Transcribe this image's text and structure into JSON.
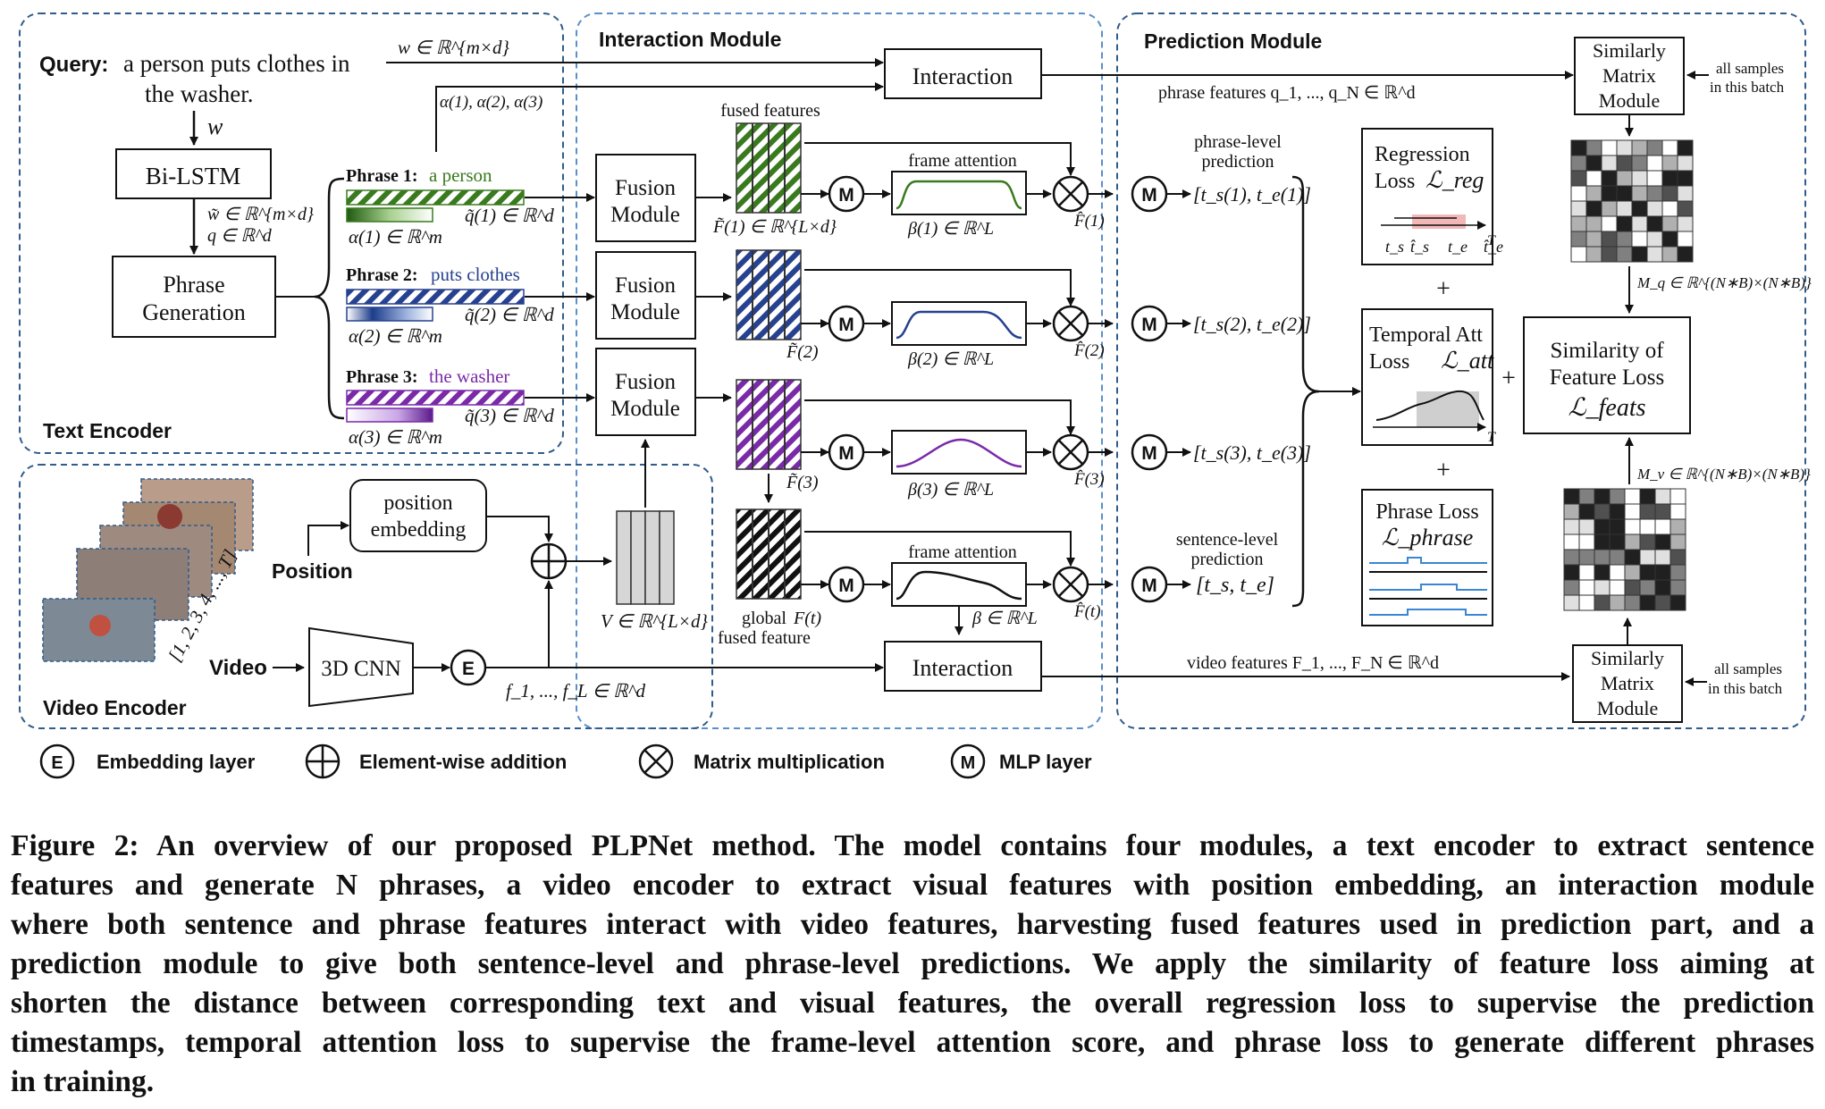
{
  "modules": {
    "interaction": "Interaction Module",
    "prediction": "Prediction Module",
    "text_encoder": "Text Encoder",
    "video_encoder": "Video Encoder"
  },
  "query": {
    "label": "Query:",
    "text_line1": "a person puts clothes in",
    "text_line2": "the washer.",
    "w": "w",
    "w_dim": "w ∈ ℝ^{m×d}"
  },
  "text_encoder": {
    "bilstm": "Bi-LSTM",
    "wtilde_dim": "w̃ ∈ ℝ^{m×d}",
    "q_dim": "q ∈ ℝ^d",
    "phrase_gen_line1": "Phrase",
    "phrase_gen_line2": "Generation",
    "alphas": "α(1), α(2), α(3)"
  },
  "phrases": [
    {
      "label": "Phrase 1:",
      "text": "a person",
      "color": "#3a7a1e",
      "qtilde": "q̃(1) ∈ ℝ^d",
      "alpha": "α(1) ∈ ℝ^m",
      "ftilde": "F̃(1) ∈ ℝ^{L×d}",
      "beta": "β(1) ∈ ℝ^L",
      "fhat": "F̂(1)",
      "pred": "[t_s(1), t_e(1)]"
    },
    {
      "label": "Phrase 2:",
      "text": "puts clothes",
      "color": "#26418f",
      "qtilde": "q̃(2) ∈ ℝ^d",
      "alpha": "α(2) ∈ ℝ^m",
      "ftilde": "F̃(2)",
      "beta": "β(2) ∈ ℝ^L",
      "fhat": "F̂(2)",
      "pred": "[t_s(2), t_e(2)]"
    },
    {
      "label": "Phrase 3:",
      "text": "the washer",
      "color": "#7a2aa8",
      "qtilde": "q̃(3) ∈ ℝ^d",
      "alpha": "α(3) ∈ ℝ^m",
      "ftilde": "F̃(3)",
      "beta": "β(3) ∈ ℝ^L",
      "fhat": "F̂(3)",
      "pred": "[t_s(3), t_e(3)]"
    }
  ],
  "interaction_module": {
    "interaction_label": "Interaction",
    "fused_features": "fused features",
    "fusion_line1": "Fusion",
    "fusion_line2": "Module",
    "frame_attention": "frame attention",
    "mlp": "M",
    "global_fused_line1": "global",
    "global_fused_line2": "fused feature",
    "ft": "F(t)",
    "beta_global": "β ∈ ℝ^L",
    "fhat_t": "F̂(t)",
    "v_dim": "V ∈ ℝ^{L×d}"
  },
  "video_encoder": {
    "position": "Position",
    "position_embedding_line1": "position",
    "position_embedding_line2": "embedding",
    "frame_indices": "[1, 2, 3, 4, ..., T]",
    "video": "Video",
    "cnn": "3D CNN",
    "embedding_symbol": "E",
    "f_dim": "f_1, ..., f_L ∈ ℝ^d"
  },
  "prediction_module": {
    "phrase_features": "phrase features  q_1, ..., q_N ∈ ℝ^d",
    "video_features": "video features  F_1, ..., F_N ∈ ℝ^d",
    "phrase_level_line1": "phrase-level",
    "phrase_level_line2": "prediction",
    "sentence_level_line1": "sentence-level",
    "sentence_level_line2": "prediction",
    "sentence_pred": "[t_s, t_e]",
    "sim_matrix_line1": "Similarly",
    "sim_matrix_line2": "Matrix",
    "sim_matrix_line3": "Module",
    "all_samples_line1": "all samples",
    "all_samples_line2": "in this batch",
    "mq_dim": "M_q ∈ ℝ^{(N∗B)×(N∗B)}",
    "mv_dim": "M_v ∈ ℝ^{(N∗B)×(N∗B)}",
    "regression_line1": "Regression",
    "regression_line2": "Loss",
    "reg_symbol": "ℒ_reg",
    "temporal_line1": "Temporal Att",
    "temporal_line2": "Loss",
    "att_symbol": "ℒ_att",
    "phrase_loss": "Phrase Loss",
    "phrase_symbol": "ℒ_phrase",
    "sim_loss_line1": "Similarity of",
    "sim_loss_line2": "Feature Loss",
    "feats_symbol": "ℒ_feats",
    "plus": "+",
    "axis_T": "T",
    "ticks": [
      "t_s",
      "t̂_s",
      "t_e",
      "t̂_e"
    ]
  },
  "legend": [
    {
      "symbol": "E",
      "label": "Embedding layer"
    },
    {
      "symbol": "⊕",
      "label": "Element-wise addition"
    },
    {
      "symbol": "⊗",
      "label": "Matrix multiplication"
    },
    {
      "symbol": "M",
      "label": "MLP layer"
    }
  ],
  "colors": {
    "dashed_border": "#2f5c8a",
    "interaction_border": "#5b8fc8",
    "phrase1": "#3a7a1e",
    "phrase2": "#26418f",
    "phrase3": "#7a2aa8",
    "global": "#111111",
    "loss_shade": "#f2b8b8"
  },
  "caption": {
    "lines": [
      "Figure 2: An overview of our proposed PLPNet method. The model contains four modules, a text encoder to extract sentence",
      "features and generate N phrases, a video encoder to extract visual features with position embedding, an interaction module",
      "where both sentence and phrase features interact with video features, harvesting fused features used in prediction part, and a",
      "prediction module to give both sentence-level and phrase-level predictions. We apply the similarity of feature loss aiming at",
      "shorten the distance between corresponding text and visual features, the overall regression loss to supervise the prediction",
      "timestamps, temporal attention loss to supervise the frame-level attention score, and phrase loss to generate different phrases",
      "in training."
    ]
  }
}
